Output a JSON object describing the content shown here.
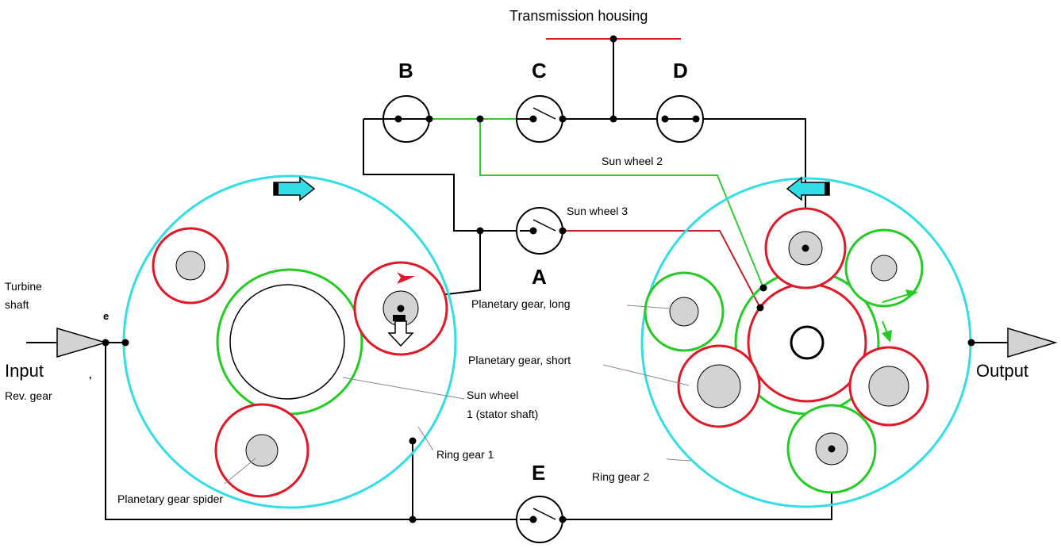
{
  "labels": {
    "transmission_housing": "Transmission housing",
    "clutch_b": "B",
    "clutch_c": "C",
    "clutch_d": "D",
    "clutch_a": "A",
    "clutch_e": "E",
    "sun_wheel_2": "Sun wheel 2",
    "sun_wheel_3": "Sun wheel 3",
    "planetary_long": "Planetary gear, long",
    "planetary_short": "Planetary gear, short",
    "sun_wheel_1_line1": "Sun wheel",
    "sun_wheel_1_line2": "1 (stator shaft)",
    "ring_gear_1": "Ring gear 1",
    "ring_gear_2": "Ring gear 2",
    "planetary_spider": "Planetary gear spider",
    "turbine_line1": "Turbine",
    "turbine_line2": "shaft",
    "input": "Input",
    "rev_gear": "Rev. gear",
    "output": "Output",
    "e_mark": "e",
    "stray_mark": "’"
  },
  "colors": {
    "ring": "#33dde6",
    "red_gear": "#e01828",
    "green_gear": "#22cc22",
    "hub": "#d3d3d3",
    "line": "#000000",
    "red_wire": "#c0202a",
    "green_wire": "#33cc33",
    "arrow_fill": "#33dde6"
  }
}
